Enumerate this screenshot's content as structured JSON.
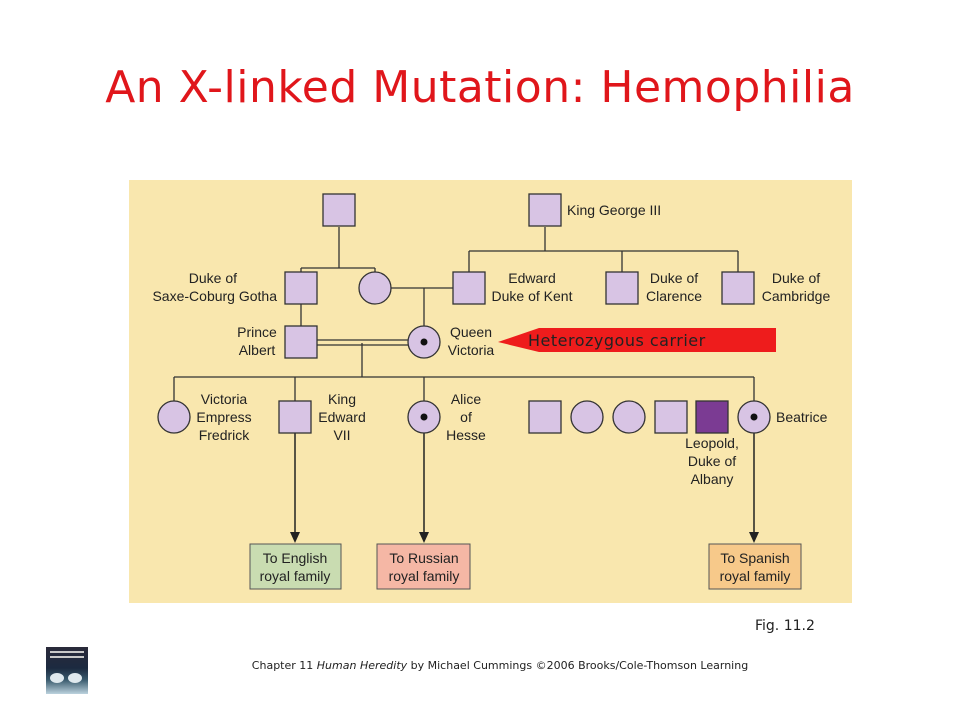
{
  "slide": {
    "title": "An X-linked Mutation: Hemophilia",
    "caption": "Fig. 11.2",
    "footer": {
      "prefix": "Chapter 11",
      "book": "Human Heredity",
      "suffix": "by Michael Cummings ©2006 Brooks/Cole-Thomson Learning"
    }
  },
  "pedigree": {
    "callout": "Heterozygous carrier",
    "labels": {
      "king_george": "King George III",
      "duke_saxe_1": "Duke of",
      "duke_saxe_2": "Saxe-Coburg Gotha",
      "edward_1": "Edward",
      "edward_2": "Duke of Kent",
      "clarence_1": "Duke of",
      "clarence_2": "Clarence",
      "cambridge_1": "Duke of",
      "cambridge_2": "Cambridge",
      "albert_1": "Prince",
      "albert_2": "Albert",
      "victoria_1": "Queen",
      "victoria_2": "Victoria",
      "empress_1": "Victoria",
      "empress_2": "Empress",
      "empress_3": "Fredrick",
      "edward7_1": "King",
      "edward7_2": "Edward",
      "edward7_3": "VII",
      "alice_1": "Alice",
      "alice_2": "of",
      "alice_3": "Hesse",
      "leopold_1": "Leopold,",
      "leopold_2": "Duke of",
      "leopold_3": "Albany",
      "beatrice": "Beatrice",
      "english_1": "To English",
      "english_2": "royal family",
      "russian_1": "To Russian",
      "russian_2": "royal family",
      "spanish_1": "To Spanish",
      "spanish_2": "royal family"
    },
    "colors": {
      "unaffected": "#d8c4e4",
      "affected": "#7b3b93",
      "english_box": "#c9dcb1",
      "russian_box": "#f5b7a5",
      "spanish_box": "#f7c98a",
      "callout_arrow": "#ee1c1c"
    }
  }
}
